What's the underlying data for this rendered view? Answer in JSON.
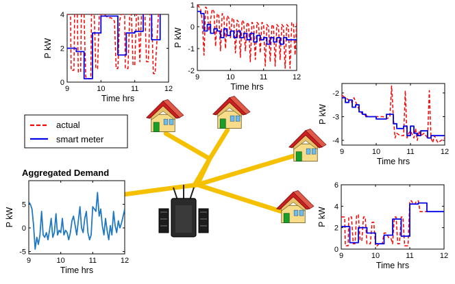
{
  "colors": {
    "actual": "#ff0000",
    "smart_meter": "#0000e6",
    "aggregate": "#1f78c1",
    "wire": "#f5c000",
    "roof": "#cc1f1f",
    "wall": "#f7dc8a",
    "door": "#1a9e2a",
    "window": "#6bbcf0"
  },
  "legend": {
    "actual": "actual",
    "smart_meter": "smart meter"
  },
  "icons": [
    "house-icon",
    "transformer-icon"
  ],
  "chart_data": [
    {
      "id": "house1",
      "type": "line",
      "xlabel": "Time hrs",
      "ylabel": "P kW",
      "xlim": [
        9,
        12
      ],
      "ylim": [
        0,
        4
      ],
      "xticks": [
        9,
        10,
        11,
        12
      ],
      "yticks": [
        0,
        2,
        4
      ],
      "series": [
        {
          "name": "actual",
          "style": "dashed",
          "x": [
            9.0,
            9.1,
            9.12,
            9.2,
            9.22,
            9.3,
            9.33,
            9.4,
            9.42,
            9.5,
            9.55,
            9.6,
            9.62,
            9.7,
            9.72,
            9.8,
            9.85,
            9.9,
            9.95,
            10.0,
            10.1,
            10.2,
            10.3,
            10.4,
            10.45,
            10.5,
            10.55,
            10.6,
            10.7,
            10.72,
            10.8,
            10.85,
            10.9,
            10.95,
            11.0,
            11.05,
            11.1,
            11.15,
            11.2,
            11.3,
            11.35,
            11.4,
            11.45,
            11.5,
            11.55,
            11.6,
            11.7,
            11.75,
            11.8,
            11.9,
            12.0
          ],
          "y": [
            4.0,
            4.0,
            0.7,
            0.7,
            4.0,
            4.0,
            0.6,
            0.6,
            4.0,
            4.0,
            0.3,
            0.3,
            0.2,
            0.2,
            4.0,
            4.0,
            0.8,
            0.8,
            4.0,
            4.0,
            4.0,
            3.8,
            3.8,
            3.6,
            0.8,
            0.8,
            3.6,
            4.0,
            4.0,
            0.8,
            0.8,
            4.0,
            4.0,
            1.0,
            1.0,
            4.0,
            4.0,
            1.2,
            4.0,
            4.0,
            1.2,
            1.2,
            4.0,
            4.0,
            0.5,
            0.5,
            4.0,
            4.0,
            4.1,
            4.1,
            4.1
          ]
        },
        {
          "name": "smart meter",
          "style": "solid",
          "x": [
            9.0,
            9.27,
            9.27,
            9.5,
            9.5,
            9.75,
            9.75,
            10.0,
            10.0,
            10.25,
            10.25,
            10.5,
            10.5,
            10.75,
            10.75,
            11.0,
            11.0,
            11.25,
            11.25,
            11.5,
            11.5,
            11.75,
            11.75,
            12.0
          ],
          "y": [
            2.0,
            2.0,
            1.8,
            1.8,
            0.2,
            0.2,
            2.9,
            2.9,
            3.9,
            3.9,
            3.9,
            3.9,
            1.6,
            1.6,
            2.9,
            2.9,
            3.0,
            3.0,
            4.1,
            4.1,
            2.5,
            2.5,
            4.1,
            4.1
          ]
        }
      ]
    },
    {
      "id": "house2",
      "type": "line",
      "xlabel": "Time hrs",
      "ylabel": "P kW",
      "xlim": [
        9,
        12
      ],
      "ylim": [
        -2,
        1
      ],
      "xticks": [
        9,
        10,
        11,
        12
      ],
      "yticks": [
        -2,
        -1,
        0,
        1
      ],
      "series": [
        {
          "name": "actual",
          "style": "dashed",
          "x": [
            9.0,
            9.05,
            9.1,
            9.15,
            9.2,
            9.25,
            9.3,
            9.35,
            9.45,
            9.5,
            9.55,
            9.6,
            9.65,
            9.7,
            9.75,
            9.8,
            9.85,
            9.9,
            9.95,
            10.0,
            10.05,
            10.1,
            10.15,
            10.2,
            10.25,
            10.3,
            10.35,
            10.4,
            10.45,
            10.5,
            10.55,
            10.6,
            10.65,
            10.7,
            10.75,
            10.8,
            10.85,
            10.9,
            10.95,
            11.0,
            11.05,
            11.1,
            11.15,
            11.2,
            11.25,
            11.3,
            11.35,
            11.4,
            11.45,
            11.5,
            11.55,
            11.6,
            11.65,
            11.7,
            11.75,
            11.8,
            11.85,
            11.9,
            11.95,
            12.0
          ],
          "y": [
            1.0,
            0.9,
            0.8,
            0.2,
            -1.3,
            0.9,
            0.8,
            -0.2,
            0.8,
            0.7,
            -0.9,
            0.6,
            0.5,
            -1.1,
            0.6,
            0.5,
            -1.0,
            0.5,
            0.4,
            -0.5,
            0.4,
            0.3,
            -1.2,
            0.3,
            0.2,
            -1.4,
            0.3,
            0.2,
            -1.1,
            0.2,
            0.1,
            -1.6,
            0.2,
            0.1,
            -1.5,
            0.2,
            0.1,
            -1.2,
            0.2,
            0.1,
            -1.8,
            0.1,
            0.0,
            -1.6,
            0.1,
            0.0,
            -1.8,
            0.1,
            0.0,
            -1.5,
            0.1,
            0.0,
            -1.9,
            0.1,
            0.0,
            -1.9,
            0.2,
            0.1,
            -1.3,
            0.2
          ]
        },
        {
          "name": "smart meter",
          "style": "solid",
          "x": [
            9.0,
            9.1,
            9.1,
            9.2,
            9.2,
            9.3,
            9.3,
            9.4,
            9.4,
            9.5,
            9.5,
            9.6,
            9.6,
            9.7,
            9.7,
            9.8,
            9.8,
            9.9,
            9.9,
            10.0,
            10.0,
            10.1,
            10.1,
            10.2,
            10.2,
            10.3,
            10.3,
            10.4,
            10.4,
            10.5,
            10.5,
            10.6,
            10.6,
            10.7,
            10.7,
            10.8,
            10.8,
            10.9,
            10.9,
            11.0,
            11.0,
            11.1,
            11.1,
            11.2,
            11.2,
            11.3,
            11.3,
            11.4,
            11.4,
            11.5,
            11.5,
            11.6,
            11.6,
            11.7,
            11.7,
            11.8,
            11.8,
            12.0
          ],
          "y": [
            0.7,
            0.7,
            0.6,
            0.6,
            -0.2,
            -0.2,
            0.1,
            0.1,
            -0.3,
            -0.3,
            -0.1,
            -0.1,
            -0.2,
            -0.2,
            -0.5,
            -0.5,
            -0.1,
            -0.1,
            -0.4,
            -0.4,
            -0.2,
            -0.2,
            -0.5,
            -0.5,
            -0.2,
            -0.2,
            -0.5,
            -0.5,
            -0.3,
            -0.3,
            -0.6,
            -0.6,
            -0.3,
            -0.3,
            -0.7,
            -0.7,
            -0.4,
            -0.4,
            -0.6,
            -0.6,
            -0.5,
            -0.5,
            -0.8,
            -0.8,
            -0.5,
            -0.5,
            -0.7,
            -0.7,
            -0.5,
            -0.5,
            -0.8,
            -0.8,
            -0.5,
            -0.5,
            -0.6,
            -0.6,
            -0.6,
            -0.6
          ]
        }
      ]
    },
    {
      "id": "house3",
      "type": "line",
      "xlabel": "Time hrs",
      "ylabel": "P kW",
      "xlim": [
        9,
        12
      ],
      "ylim": [
        -4.2,
        -1.6
      ],
      "xticks": [
        9,
        10,
        11,
        12
      ],
      "yticks": [
        -4,
        -3,
        -2
      ],
      "series": [
        {
          "name": "actual",
          "style": "dashed",
          "x": [
            9.0,
            9.2,
            9.3,
            9.35,
            9.5,
            9.6,
            9.8,
            10.0,
            10.2,
            10.3,
            10.4,
            10.45,
            10.5,
            10.55,
            10.6,
            10.7,
            10.8,
            10.85,
            10.9,
            10.95,
            11.0,
            11.1,
            11.15,
            11.2,
            11.25,
            11.3,
            11.4,
            11.5,
            11.55,
            11.6,
            11.65,
            11.7,
            11.8,
            11.9,
            12.0
          ],
          "y": [
            -2.1,
            -2.3,
            -2.4,
            -2.2,
            -2.7,
            -2.9,
            -3.0,
            -3.0,
            -3.0,
            -3.1,
            -3.0,
            -1.7,
            -3.0,
            -3.9,
            -3.7,
            -3.8,
            -3.8,
            -1.9,
            -3.9,
            -3.7,
            -3.6,
            -3.9,
            -3.5,
            -4.0,
            -3.6,
            -3.8,
            -3.7,
            -3.9,
            -1.9,
            -3.9,
            -4.1,
            -3.8,
            -4.1,
            -4.0,
            -3.9
          ]
        },
        {
          "name": "smart meter",
          "style": "solid",
          "x": [
            9.0,
            9.1,
            9.1,
            9.2,
            9.2,
            9.3,
            9.3,
            9.4,
            9.4,
            9.5,
            9.5,
            9.6,
            9.6,
            9.7,
            9.7,
            9.8,
            9.8,
            10.0,
            10.0,
            10.3,
            10.3,
            10.5,
            10.5,
            10.6,
            10.6,
            10.8,
            10.8,
            10.9,
            10.9,
            11.0,
            11.0,
            11.1,
            11.1,
            11.2,
            11.2,
            11.3,
            11.3,
            11.5,
            11.5,
            11.6,
            11.6,
            11.8,
            11.8,
            12.0
          ],
          "y": [
            -2.2,
            -2.2,
            -2.4,
            -2.4,
            -2.3,
            -2.3,
            -2.6,
            -2.6,
            -2.5,
            -2.5,
            -2.8,
            -2.8,
            -2.9,
            -2.9,
            -3.0,
            -3.0,
            -3.0,
            -3.0,
            -3.1,
            -3.1,
            -2.9,
            -2.9,
            -3.3,
            -3.3,
            -3.5,
            -3.5,
            -3.4,
            -3.4,
            -3.8,
            -3.8,
            -3.4,
            -3.4,
            -3.7,
            -3.7,
            -3.8,
            -3.8,
            -3.6,
            -3.6,
            -3.9,
            -3.9,
            -3.8,
            -3.8,
            -3.8,
            -3.8
          ]
        }
      ]
    },
    {
      "id": "house4",
      "type": "line",
      "xlabel": "Time hrs",
      "ylabel": "P kW",
      "xlim": [
        9,
        12
      ],
      "ylim": [
        0,
        6
      ],
      "xticks": [
        9,
        10,
        11,
        12
      ],
      "yticks": [
        0,
        2,
        4,
        6
      ],
      "series": [
        {
          "name": "actual",
          "style": "dashed",
          "x": [
            9.0,
            9.1,
            9.12,
            9.2,
            9.22,
            9.3,
            9.35,
            9.4,
            9.45,
            9.5,
            9.55,
            9.6,
            9.65,
            9.7,
            9.75,
            9.8,
            9.85,
            9.9,
            9.95,
            10.0,
            10.05,
            10.1,
            10.2,
            10.25,
            10.3,
            10.4,
            10.45,
            10.5,
            10.55,
            10.6,
            10.65,
            10.7,
            10.75,
            10.8,
            10.85,
            10.9,
            10.95,
            11.0,
            11.05,
            11.1,
            11.15,
            11.2,
            11.25,
            11.3,
            11.35,
            11.4,
            11.5,
            11.6,
            11.7,
            11.8,
            11.9,
            12.0
          ],
          "y": [
            3.0,
            3.0,
            0.3,
            0.3,
            3.0,
            3.0,
            0.5,
            0.5,
            3.2,
            3.2,
            0.8,
            0.8,
            3.0,
            3.0,
            0.5,
            0.5,
            0.5,
            2.5,
            2.5,
            0.3,
            0.3,
            0.5,
            0.5,
            1.5,
            1.5,
            1.0,
            1.0,
            0.5,
            3.0,
            3.0,
            0.5,
            0.5,
            3.0,
            3.0,
            0.3,
            0.3,
            0.3,
            4.5,
            4.5,
            4.2,
            4.2,
            4.5,
            4.5,
            3.5,
            3.5,
            3.5,
            3.5,
            3.5,
            3.5,
            3.5,
            3.5,
            3.5
          ]
        },
        {
          "name": "smart meter",
          "style": "solid",
          "x": [
            9.0,
            9.25,
            9.25,
            9.5,
            9.5,
            9.75,
            9.75,
            10.0,
            10.0,
            10.25,
            10.25,
            10.5,
            10.5,
            10.75,
            10.75,
            11.0,
            11.0,
            11.25,
            11.25,
            11.5,
            11.5,
            12.0
          ],
          "y": [
            2.1,
            2.1,
            0.6,
            0.6,
            2.0,
            2.0,
            1.5,
            1.5,
            0.5,
            0.5,
            1.3,
            1.3,
            2.8,
            2.8,
            1.2,
            1.2,
            4.2,
            4.2,
            4.3,
            4.3,
            3.5,
            3.5
          ]
        }
      ]
    },
    {
      "id": "aggregate",
      "type": "line",
      "title": "Aggregated Demand",
      "xlabel": "Time hrs",
      "ylabel": "P kW",
      "xlim": [
        9,
        12
      ],
      "ylim": [
        -5.5,
        10
      ],
      "xticks": [
        9,
        10,
        11,
        12
      ],
      "yticks": [
        -5,
        0,
        5
      ],
      "series": [
        {
          "name": "",
          "style": "solid",
          "x": [
            9.0,
            9.05,
            9.1,
            9.15,
            9.2,
            9.25,
            9.3,
            9.35,
            9.4,
            9.45,
            9.5,
            9.55,
            9.6,
            9.65,
            9.7,
            9.75,
            9.8,
            9.85,
            9.9,
            9.95,
            10.0,
            10.05,
            10.1,
            10.15,
            10.2,
            10.25,
            10.3,
            10.35,
            10.4,
            10.45,
            10.5,
            10.55,
            10.6,
            10.65,
            10.7,
            10.75,
            10.8,
            10.85,
            10.9,
            10.95,
            11.0,
            11.05,
            11.1,
            11.15,
            11.2,
            11.25,
            11.3,
            11.35,
            11.4,
            11.45,
            11.5,
            11.55,
            11.6,
            11.65,
            11.7,
            11.75,
            11.8,
            11.85,
            11.9,
            11.95,
            12.0
          ],
          "y": [
            5.5,
            5.0,
            4.0,
            0.5,
            -4.5,
            -2.0,
            -3.5,
            -1.5,
            3.5,
            -1.5,
            -2.0,
            -1.0,
            -2.5,
            -0.5,
            2.0,
            -2.0,
            -1.0,
            3.0,
            -1.5,
            -0.5,
            -1.0,
            2.0,
            -1.5,
            -0.5,
            -1.0,
            -2.5,
            -1.0,
            1.5,
            2.5,
            0.5,
            -1.5,
            1.5,
            4.5,
            0.0,
            -1.0,
            2.0,
            3.5,
            -1.0,
            -2.5,
            -1.5,
            4.5,
            4.0,
            3.5,
            7.5,
            2.5,
            4.0,
            0.5,
            -1.5,
            2.0,
            -0.5,
            -2.5,
            0.5,
            -1.5,
            3.5,
            0.5,
            -1.0,
            1.5,
            0.0,
            1.0,
            2.5,
            4.0
          ]
        }
      ]
    }
  ]
}
